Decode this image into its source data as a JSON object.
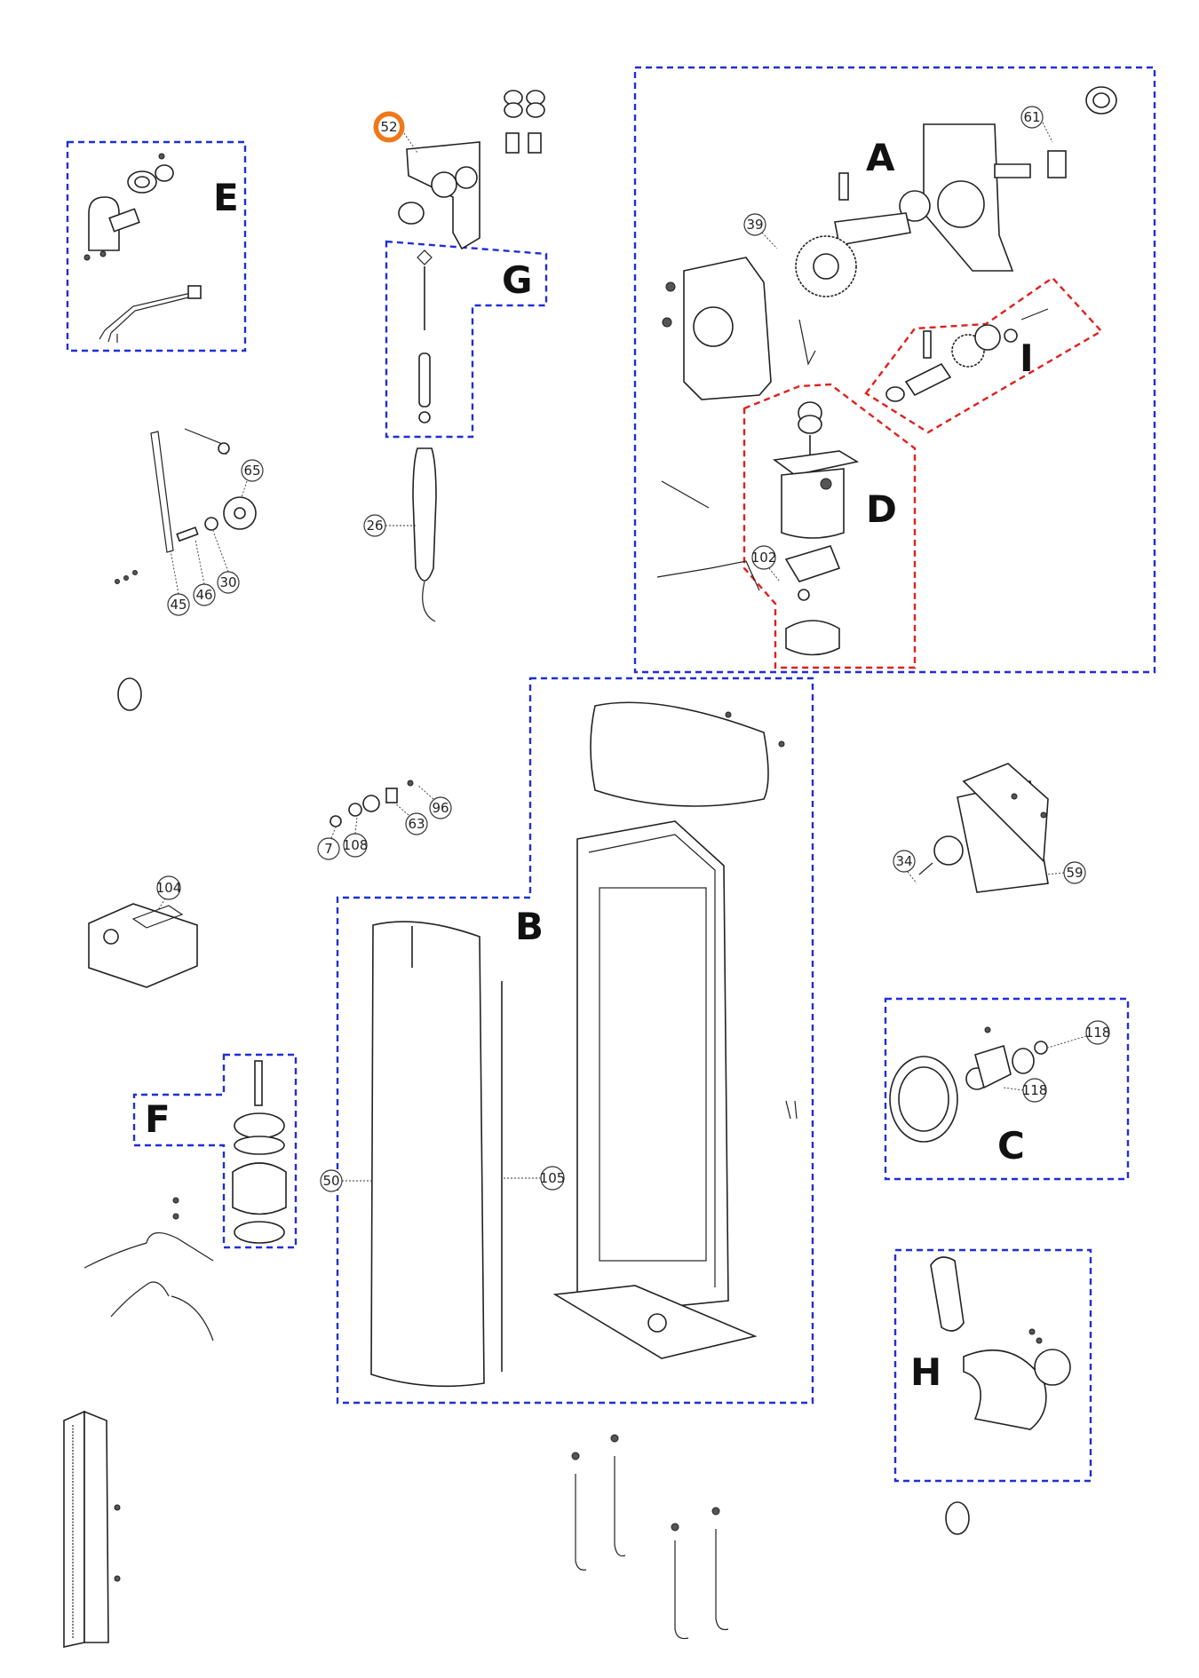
{
  "colors": {
    "blue_group": "#1f2fd6",
    "red_group": "#e0201c",
    "highlight": "#f07818",
    "ink": "#222222"
  },
  "groups": {
    "A": "A",
    "B": "B",
    "C": "C",
    "D": "D",
    "E": "E",
    "F": "F",
    "G": "G",
    "H": "H",
    "I": "I"
  },
  "callouts": {
    "p52": "52",
    "p61": "61",
    "p39": "39",
    "p65": "65",
    "p26": "26",
    "p45": "45",
    "p46": "46",
    "p30": "30",
    "p102": "102",
    "p96": "96",
    "p63": "63",
    "p7": "7",
    "p108": "108",
    "p34": "34",
    "p59": "59",
    "p104": "104",
    "p50": "50",
    "p105": "105",
    "p118a": "118",
    "p118b": "118"
  }
}
